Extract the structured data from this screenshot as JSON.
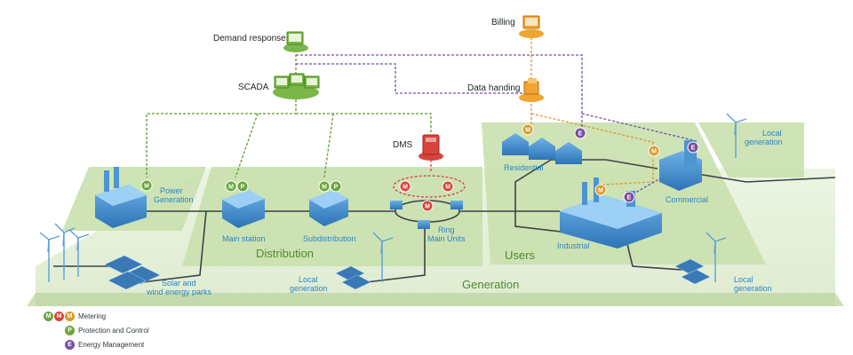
{
  "colors": {
    "metering_green": "#6aa63a",
    "metering_red": "#d9443a",
    "metering_orange": "#e09a2a",
    "protection": "#6aa63a",
    "energy_management": "#7a4fa0",
    "zone_fill": "#cfe3b6",
    "network_line": "#3b4348",
    "scada_line": "#5f9a2e",
    "dms_line": "#d9443a",
    "billing_line": "#e09a2a",
    "em_line": "#7a4fa0"
  },
  "nodes": {
    "demand_response": "Demand response",
    "scada": "SCADA",
    "billing": "Billing",
    "data_handling": "Data handing",
    "dms": "DMS",
    "power_generation": [
      "Power",
      "Generation"
    ],
    "main_station": "Main station",
    "subdistribution": "Subdistribution",
    "ring_main_units": [
      "Ring",
      "Main Units"
    ],
    "residential": "Residential",
    "industrial": "Industrial",
    "commercial": "Commercial",
    "solar_wind": [
      "Solar and",
      "wind energy parks"
    ],
    "local_generation": [
      "Local",
      "generation"
    ]
  },
  "zones": {
    "distribution": "Distribution",
    "users": "Users",
    "generation": "Generation"
  },
  "badges": {
    "m": "M",
    "p": "P",
    "e": "E"
  },
  "legend": [
    {
      "icons": [
        {
          "letter": "M",
          "color": "#6aa63a"
        },
        {
          "letter": "M",
          "color": "#d9443a"
        },
        {
          "letter": "M",
          "color": "#e09a2a"
        }
      ],
      "label": "Metering"
    },
    {
      "icons": [
        {
          "letter": "P",
          "color": "#6aa63a"
        }
      ],
      "label": "Protection and Control"
    },
    {
      "icons": [
        {
          "letter": "E",
          "color": "#7a4fa0"
        }
      ],
      "label": "Energy Management"
    }
  ]
}
